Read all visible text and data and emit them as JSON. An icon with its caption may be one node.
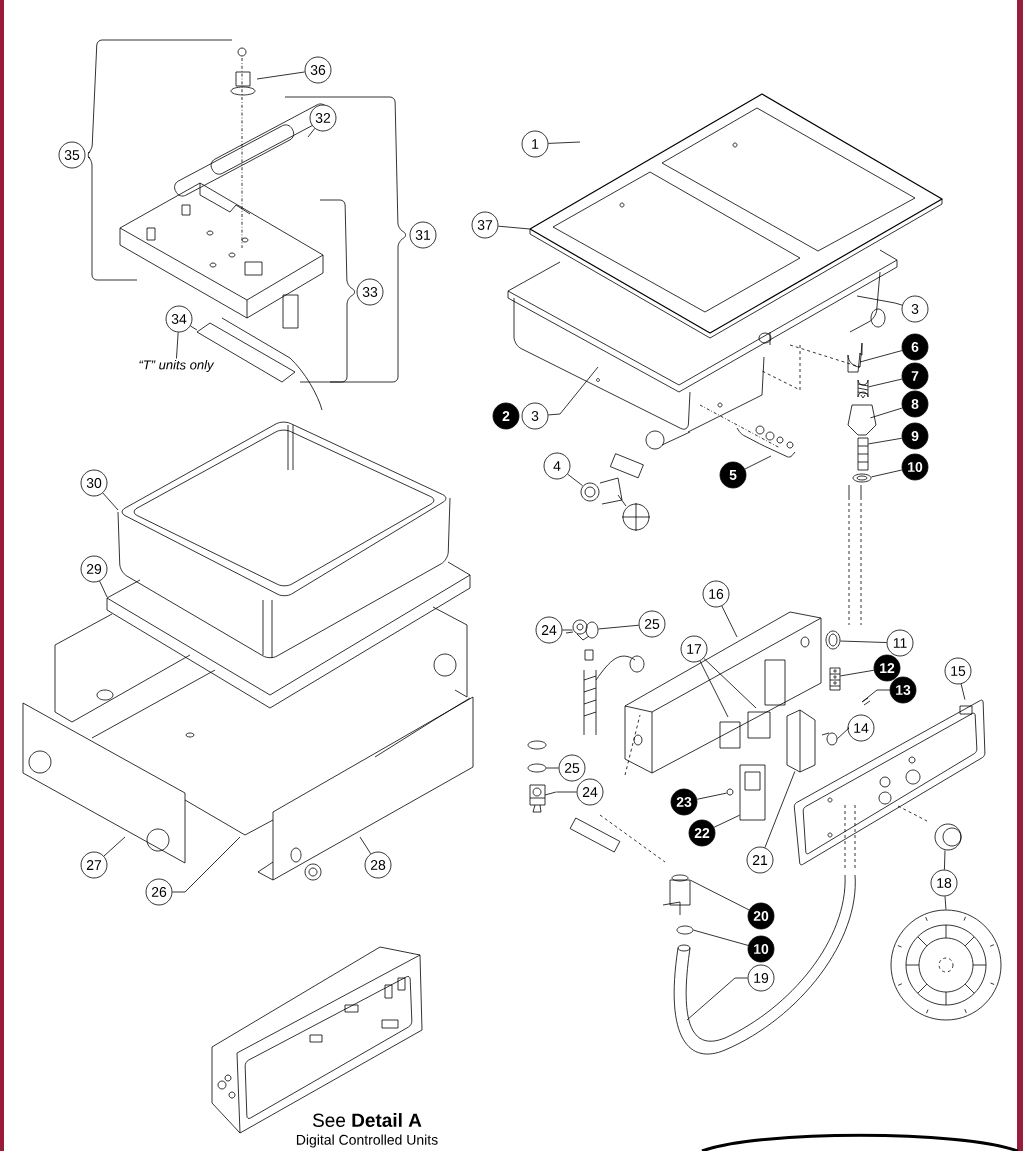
{
  "diagram": {
    "nodes": [
      {
        "text": [
          "36"
        ]
      },
      {
        "text": [
          "32"
        ]
      },
      {
        "text": [
          "35"
        ]
      },
      {
        "text": [
          "31"
        ]
      },
      {
        "text": [
          "33"
        ]
      },
      {
        "text": [
          "34"
        ]
      },
      {
        "text": [
          "1"
        ]
      },
      {
        "text": [
          "37"
        ]
      },
      {
        "text": [
          "3"
        ]
      },
      {
        "text": [
          "2"
        ]
      },
      {
        "text": [
          "3"
        ]
      },
      {
        "text": [
          "4"
        ]
      },
      {
        "text": [
          "5"
        ]
      },
      {
        "text": [
          "6"
        ]
      },
      {
        "text": [
          "7"
        ]
      },
      {
        "text": [
          "8"
        ]
      },
      {
        "text": [
          "9"
        ]
      },
      {
        "text": [
          "10"
        ]
      },
      {
        "text": [
          "30"
        ]
      },
      {
        "text": [
          "29"
        ]
      },
      {
        "text": [
          "24"
        ]
      },
      {
        "text": [
          "25"
        ]
      },
      {
        "text": [
          "16"
        ]
      },
      {
        "text": [
          "11"
        ]
      },
      {
        "text": [
          "17"
        ]
      },
      {
        "text": [
          "12"
        ]
      },
      {
        "text": [
          "15"
        ]
      },
      {
        "text": [
          "13"
        ]
      },
      {
        "text": [
          "14"
        ]
      },
      {
        "text": [
          "25"
        ]
      },
      {
        "text": [
          "24"
        ]
      },
      {
        "text": [
          "23"
        ]
      },
      {
        "text": [
          "22"
        ]
      },
      {
        "text": [
          "21"
        ]
      },
      {
        "text": [
          "27"
        ]
      },
      {
        "text": [
          "28"
        ]
      },
      {
        "text": [
          "26"
        ]
      },
      {
        "text": [
          "18"
        ]
      },
      {
        "text": [
          "20"
        ]
      },
      {
        "text": [
          "10"
        ]
      },
      {
        "text": [
          "19"
        ]
      },
      {
        "text": [
          "“T” units only"
        ]
      },
      {
        "text": [],
        "shape": "picture"
      },
      {
        "text": [],
        "shape": "picture"
      },
      {
        "text": [],
        "shape": "picture"
      },
      {
        "text": [],
        "shape": "picture"
      },
      {
        "text": [],
        "shape": "picture"
      },
      {
        "text": [],
        "shape": "picture"
      },
      {
        "text": [],
        "shape": "picture"
      },
      {
        "text": [],
        "shape": "picture"
      },
      {
        "text": [],
        "shape": "picture"
      },
      {
        "text": [],
        "shape": "picture"
      },
      {
        "text": [],
        "shape": "picture"
      },
      {
        "text": [],
        "shape": "picture"
      },
      {
        "text": [],
        "shape": "picture"
      },
      {
        "text": [],
        "shape": "picture"
      },
      {
        "text": [],
        "shape": "picture"
      },
      {
        "text": [],
        "shape": "picture"
      },
      {
        "text": [],
        "shape": "picture"
      },
      {
        "text": [],
        "shape": "picture"
      },
      {
        "text": [],
        "shape": "picture"
      },
      {
        "text": [],
        "shape": "picture"
      },
      {
        "text": [],
        "shape": "picture"
      },
      {
        "text": [],
        "shape": "picture"
      },
      {
        "text": [],
        "shape": "picture"
      }
    ],
    "edges": [
      {
        "from": 0,
        "to": null,
        "arrow": "none"
      },
      {
        "from": 1,
        "to": null,
        "arrow": "none"
      },
      {
        "from": 5,
        "to": null,
        "arrow": "none"
      },
      {
        "from": 5,
        "to": 41,
        "arrow": "none"
      },
      {
        "from": 6,
        "to": null,
        "arrow": "none"
      },
      {
        "from": 7,
        "to": 42,
        "arrow": "none"
      },
      {
        "from": 8,
        "to": null,
        "arrow": "none"
      },
      {
        "from": 10,
        "to": null,
        "arrow": "none"
      },
      {
        "from": 11,
        "to": 46,
        "arrow": "none"
      },
      {
        "from": 12,
        "to": null,
        "arrow": "none"
      },
      {
        "from": 13,
        "to": 47,
        "arrow": "none"
      },
      {
        "from": 14,
        "to": 48,
        "arrow": "none"
      },
      {
        "from": 15,
        "to": 49,
        "arrow": "none"
      },
      {
        "from": 16,
        "to": 50,
        "arrow": "none"
      },
      {
        "from": 17,
        "to": 51,
        "arrow": "none"
      },
      {
        "from": 18,
        "to": null,
        "arrow": "none"
      },
      {
        "from": 19,
        "to": null,
        "arrow": "none"
      },
      {
        "from": 20,
        "to": 52,
        "arrow": "none"
      },
      {
        "from": 21,
        "to": 53,
        "arrow": "none"
      },
      {
        "from": 22,
        "to": null,
        "arrow": "none"
      },
      {
        "from": 23,
        "to": 54,
        "arrow": "none"
      },
      {
        "from": 24,
        "to": null,
        "arrow": "none"
      },
      {
        "from": 24,
        "to": null,
        "arrow": "none"
      },
      {
        "from": 25,
        "to": 55,
        "arrow": "none"
      },
      {
        "from": 26,
        "to": 43,
        "arrow": "none"
      },
      {
        "from": 27,
        "to": 44,
        "arrow": "none"
      },
      {
        "from": 28,
        "to": 56,
        "arrow": "none"
      },
      {
        "from": 29,
        "to": 57,
        "arrow": "none"
      },
      {
        "from": 30,
        "to": 58,
        "arrow": "none"
      },
      {
        "from": 31,
        "to": 59,
        "arrow": "none"
      },
      {
        "from": 32,
        "to": 60,
        "arrow": "none"
      },
      {
        "from": 33,
        "to": 45,
        "arrow": "none"
      },
      {
        "from": 34,
        "to": null,
        "arrow": "none"
      },
      {
        "from": 35,
        "to": null,
        "arrow": "none"
      },
      {
        "from": 36,
        "to": null,
        "arrow": "none"
      },
      {
        "from": 37,
        "to": 61,
        "arrow": "none"
      },
      {
        "from": 37,
        "to": 62,
        "arrow": "none"
      },
      {
        "from": 38,
        "to": 63,
        "arrow": "none"
      },
      {
        "from": 39,
        "to": 64,
        "arrow": "none"
      },
      {
        "from": 40,
        "to": null,
        "arrow": "none"
      }
    ],
    "labels": [
      "See **Detail A**",
      "Digital Controlled Units"
    ]
  }
}
